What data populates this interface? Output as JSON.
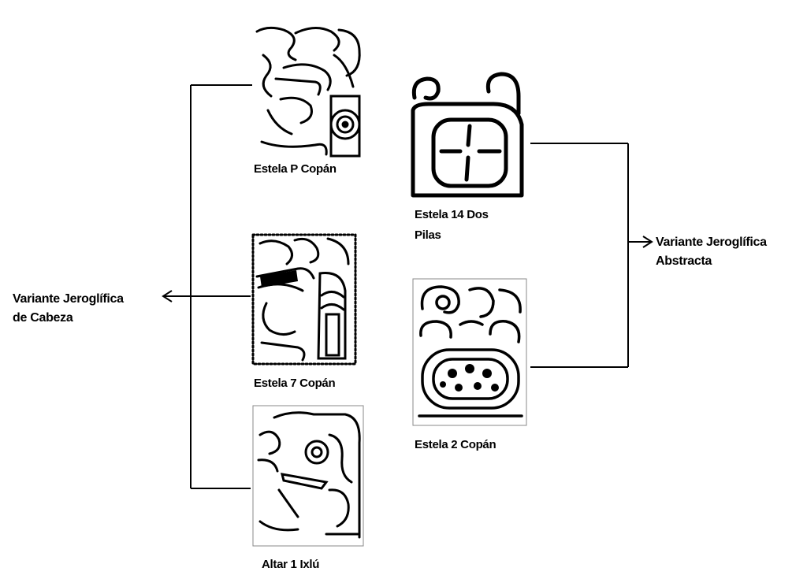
{
  "diagram": {
    "groups": {
      "head": {
        "line1": "Variante Jeroglífica",
        "line2": "de Cabeza"
      },
      "abstract": {
        "line1": "Variante Jeroglífica",
        "line2": "Abstracta"
      }
    },
    "glyphs": {
      "estela_p": {
        "caption": "Estela P Copán"
      },
      "estela_7": {
        "caption": "Estela 7 Copán"
      },
      "altar_1": {
        "caption": "Altar 1 Ixlú"
      },
      "estela_14": {
        "caption_line1": "Estela 14  Dos",
        "caption_line2": "Pilas"
      },
      "estela_2": {
        "caption": "Estela 2 Copán"
      }
    }
  }
}
